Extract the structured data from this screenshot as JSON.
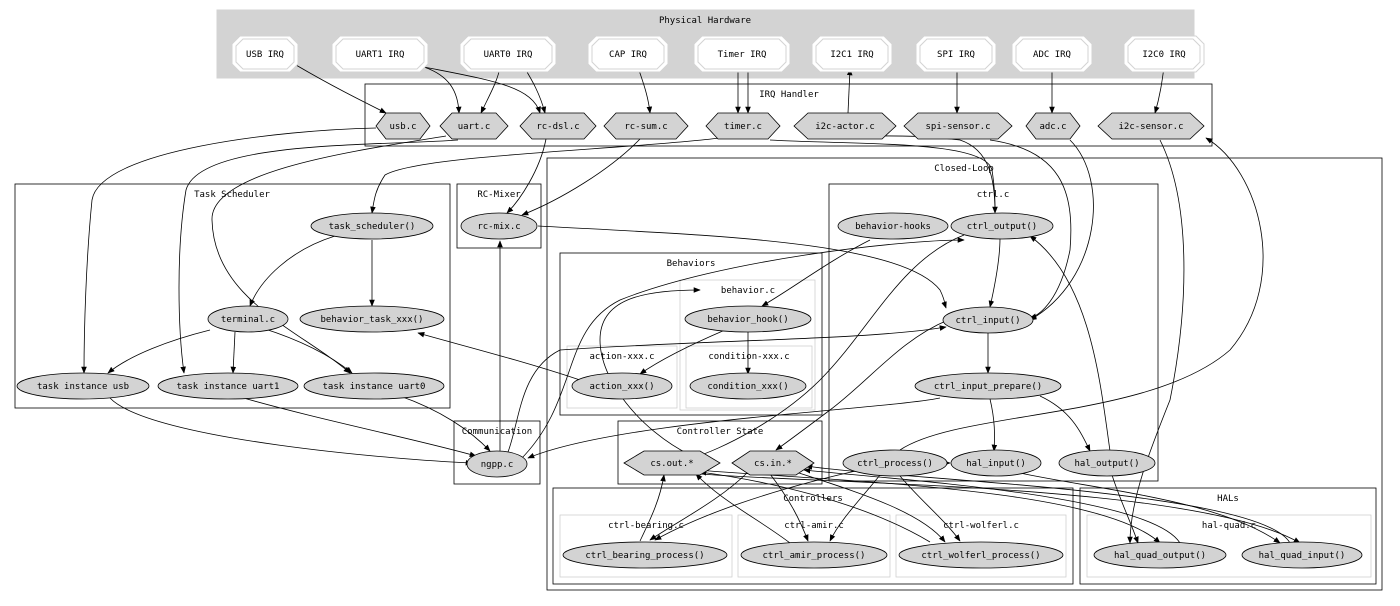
{
  "clusters": {
    "physical_hardware": "Physical Hardware",
    "irq_handler": "IRQ Handler",
    "task_scheduler": "Task Scheduler",
    "rc_mixer": "RC-Mixer",
    "communication": "Communication",
    "closed_loop": "Closed-Loop",
    "ctrl_c": "ctrl.c",
    "behaviors": "Behaviors",
    "behavior_c": "behavior.c",
    "action_xxx_c": "action-xxx.c",
    "condition_xxx_c": "condition-xxx.c",
    "controller_state": "Controller State",
    "controllers": "Controllers",
    "ctrl_bearing_c": "ctrl-bearing.c",
    "ctrl_amir_c": "ctrl-amir.c",
    "ctrl_wolferl_c": "ctrl-wolferl.c",
    "hals": "HALs",
    "hal_quad_c": "hal-quad.c"
  },
  "irqs": {
    "usb": "USB IRQ",
    "uart1": "UART1 IRQ",
    "uart0": "UART0 IRQ",
    "cap": "CAP IRQ",
    "timer": "Timer IRQ",
    "i2c1": "I2C1 IRQ",
    "spi": "SPI IRQ",
    "adc": "ADC IRQ",
    "i2c0": "I2C0 IRQ"
  },
  "handlers": {
    "usb_c": "usb.c",
    "uart_c": "uart.c",
    "rc_dsl_c": "rc-dsl.c",
    "rc_sum_c": "rc-sum.c",
    "timer_c": "timer.c",
    "i2c_actor_c": "i2c-actor.c",
    "spi_sensor_c": "spi-sensor.c",
    "adc_c": "adc.c",
    "i2c_sensor_c": "i2c-sensor.c"
  },
  "nodes": {
    "task_scheduler": "task_scheduler()",
    "terminal_c": "terminal.c",
    "behavior_task_xxx": "behavior_task_xxx()",
    "task_instance_usb": "task instance usb",
    "task_instance_uart1": "task instance uart1",
    "task_instance_uart0": "task instance uart0",
    "rc_mix_c": "rc-mix.c",
    "ngpp_c": "ngpp.c",
    "behavior_hooks": "behavior-hooks",
    "ctrl_output": "ctrl_output()",
    "ctrl_input": "ctrl_input()",
    "ctrl_input_prepare": "ctrl_input_prepare()",
    "behavior_hook": "behavior_hook()",
    "action_xxx": "action_xxx()",
    "condition_xxx": "condition_xxx()",
    "cs_out": "cs.out.*",
    "cs_in": "cs.in.*",
    "ctrl_process": "ctrl_process()",
    "hal_input": "hal_input()",
    "hal_output": "hal_output()",
    "ctrl_bearing_process": "ctrl_bearing_process()",
    "ctrl_amir_process": "ctrl_amir_process()",
    "ctrl_wolferl_process": "ctrl_wolferl_process()",
    "hal_quad_output": "hal_quad_output()",
    "hal_quad_input": "hal_quad_input()"
  }
}
